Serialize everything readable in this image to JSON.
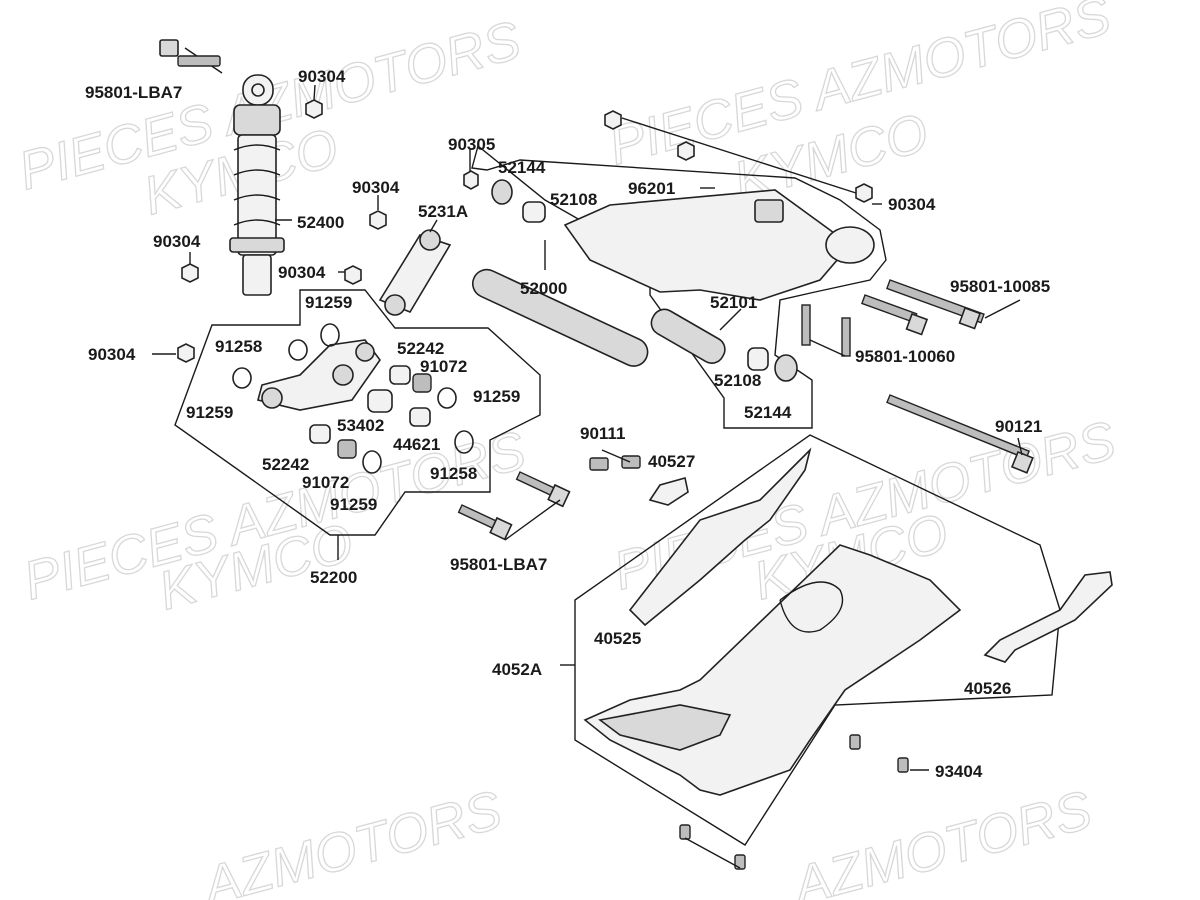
{
  "watermarks": [
    "PIECES AZMOTORS",
    "KYMCO",
    "PIECES AZMOTORS",
    "KYMCO",
    "PIECES AZMOTORS",
    "KYMCO",
    "PIECES AZMOTORS",
    "KYMCO",
    "AZMOTORS",
    "AZMOTORS"
  ],
  "parts": {
    "p95801_lba7_top": "95801-LBA7",
    "p90304_a": "90304",
    "p90305": "90305",
    "p52144_a": "52144",
    "p52108_a": "52108",
    "p96201": "96201",
    "p90304_b": "90304",
    "p90304_c": "90304",
    "p5231a": "5231A",
    "p52400": "52400",
    "p90304_d": "90304",
    "p90304_e": "90304",
    "p52000": "52000",
    "p52101": "52101",
    "p95801_10085": "95801-10085",
    "p91259_a": "91259",
    "p91258_a": "91258",
    "p52242_a": "52242",
    "p91072_a": "91072",
    "p90304_f": "90304",
    "p95801_10060": "95801-10060",
    "p52108_b": "52108",
    "p52144_b": "52144",
    "p91259_b": "91259",
    "p91259_c": "91259",
    "p53402": "53402",
    "p44621": "44621",
    "p90121": "90121",
    "p90111": "90111",
    "p40527": "40527",
    "p52242_b": "52242",
    "p91258_b": "91258",
    "p91072_b": "91072",
    "p91259_d": "91259",
    "p95801_lba7_bot": "95801-LBA7",
    "p52200": "52200",
    "p40525": "40525",
    "p4052a": "4052A",
    "p40526": "40526",
    "p93404": "93404"
  }
}
